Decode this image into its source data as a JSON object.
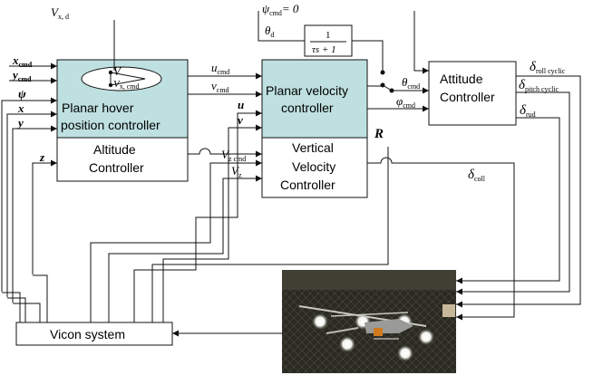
{
  "blocks": {
    "hover_line1": "Planar hover",
    "hover_line2": "position controller",
    "altitude_line1": "Altitude",
    "altitude_line2": "Controller",
    "planar_vel_line1": "Planar velocity",
    "planar_vel_line2": "controller",
    "vertical_line1": "Vertical",
    "vertical_line2": "Velocity",
    "vertical_line3": "Controller",
    "attitude_line1": "Attitude",
    "attitude_line2": "Controller",
    "vicon": "Vicon system"
  },
  "filter": {
    "numerator": "1",
    "denominator": "τs + 1"
  },
  "signals": {
    "vxd": {
      "main": "V",
      "sub": "x, d"
    },
    "x_cmd": {
      "main": "x",
      "sub": "cmd"
    },
    "y_cmd": {
      "main": "y",
      "sub": "cmd"
    },
    "psi": {
      "main": "ψ",
      "sub": ""
    },
    "x": {
      "main": "x",
      "sub": ""
    },
    "y": {
      "main": "y",
      "sub": ""
    },
    "z": {
      "main": "z",
      "sub": ""
    },
    "v_inner": {
      "main": "V",
      "sub": ""
    },
    "vx_cmd_inner": {
      "main": "V",
      "sub": "x, cmd"
    },
    "u_cmd": {
      "main": "u",
      "sub": "cmd"
    },
    "v_cmd": {
      "main": "v",
      "sub": "cmd"
    },
    "u": {
      "main": "u",
      "sub": ""
    },
    "v": {
      "main": "v",
      "sub": ""
    },
    "vz_cmd": {
      "main": "V",
      "sub": "z cmd"
    },
    "vz": {
      "main": "V",
      "sub": "z"
    },
    "psi_cmd": {
      "main": "ψ",
      "sub": "cmd",
      "tail": "= 0"
    },
    "theta_d": {
      "main": "θ",
      "sub": "d"
    },
    "theta_cmd": {
      "main": "θ",
      "sub": "cmd"
    },
    "phi_cmd": {
      "main": "φ",
      "sub": "cmd"
    },
    "R": {
      "main": "R",
      "sub": ""
    },
    "delta_roll": {
      "main": "δ",
      "sub": "roll cyclic"
    },
    "delta_pitch": {
      "main": "δ",
      "sub": "pitch cyclic"
    },
    "delta_rud": {
      "main": "δ",
      "sub": "rud"
    },
    "delta_coll": {
      "main": "δ",
      "sub": "coll"
    }
  },
  "colors": {
    "highlight": "#bfe0e0",
    "line": "#111111",
    "photo_dark": "#2a2a22"
  }
}
